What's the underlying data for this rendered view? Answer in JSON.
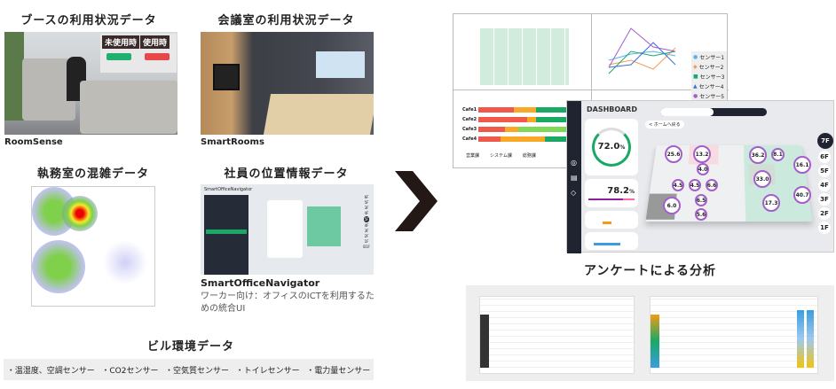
{
  "left": {
    "booth": {
      "title": "ブースの利用状況データ",
      "caption": "RoomSense",
      "badge_unused": "未使用時",
      "badge_used": "使用時"
    },
    "meeting": {
      "title": "会議室の利用状況データ",
      "caption": "SmartRooms"
    },
    "congestion": {
      "title": "執務室の混雑データ"
    },
    "location": {
      "title": "社員の位置情報データ",
      "caption": "SmartOfficeNavigator",
      "description": "ワーカー向け：オフィスのICTを利用するための統合UI",
      "app_name": "SmartOfficeNavigator",
      "floors": [
        "6F",
        "5F",
        "3F",
        "4F",
        "5F",
        "4F",
        "3F",
        "2F",
        "1F",
        "B1F"
      ]
    },
    "environment": {
      "title": "ビル環境データ",
      "sensors": [
        "・温湿度、空調センサー",
        "・CO2センサー",
        "・空気質センサー",
        "・トイレセンサー",
        "・電力量センサー"
      ]
    }
  },
  "right": {
    "collage": {
      "legend": [
        "センサー1",
        "センサー2",
        "センサー3",
        "センサー4",
        "センサー5"
      ],
      "cafes": [
        "Cafe1",
        "Cafe2",
        "Cafe3",
        "Cafe4"
      ],
      "depts": [
        "営業課",
        "システム課",
        "総務課"
      ]
    },
    "dashboard": {
      "title": "DASHBOARD",
      "back": "< ホームへ戻る",
      "kpi1": {
        "value": "72.0",
        "unit": "%"
      },
      "kpi2": {
        "value": "78.2",
        "unit": "%"
      },
      "floors": [
        "7F",
        "6F",
        "5F",
        "4F",
        "3F",
        "2F",
        "1F"
      ],
      "rooms": [
        "25.6",
        "13.2",
        "36.2",
        "8.1",
        "16.1",
        "33.0",
        "40.7",
        "17.3",
        "6.0",
        "4.0",
        "4.5",
        "4.5",
        "6.6",
        "6.5",
        "5.6"
      ]
    },
    "survey": {
      "title": "アンケートによる分析"
    }
  },
  "colors": {
    "green": "#1aa867",
    "red": "#e74c3c",
    "purple": "#a35fc9",
    "navy": "#1f2430"
  }
}
